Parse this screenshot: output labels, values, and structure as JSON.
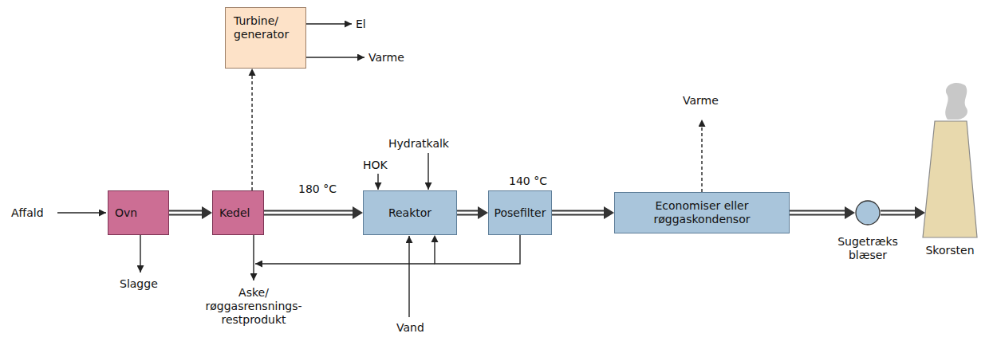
{
  "diagram": {
    "nodes": [
      {
        "text": [
          "Ovn"
        ]
      },
      {
        "text": [
          "Kedel"
        ]
      },
      {
        "text": [
          "Turbine/ generator"
        ]
      },
      {
        "text": [
          "Reaktor"
        ]
      },
      {
        "text": [
          "Posefilter"
        ]
      },
      {
        "text": [
          "Economiser eller røggaskondensor"
        ]
      },
      {
        "text": [
          "Sugetræks blæser"
        ]
      },
      {
        "text": [
          "Skorsten"
        ]
      }
    ],
    "edges": [
      {
        "from": 0,
        "to": 1,
        "arrow": "to"
      },
      {
        "from": 1,
        "to": 2,
        "arrow": "to"
      },
      {
        "from": 1,
        "to": 3,
        "label": "180 °C",
        "arrow": "to"
      },
      {
        "from": 3,
        "to": 4,
        "arrow": "to"
      },
      {
        "from": 4,
        "to": 5,
        "arrow": "to"
      },
      {
        "from": 5,
        "to": 6,
        "arrow": "to"
      },
      {
        "from": 6,
        "to": 7,
        "arrow": "to"
      },
      {
        "from": 4,
        "to": 3,
        "arrow": "to"
      }
    ],
    "labels": [
      "El",
      "Varme",
      "HOK",
      "Hydratkalk",
      "140 °C",
      "Varme",
      "Affald",
      "Slagge",
      "Aske/ røggasrensnings- restprodukt",
      "Vand"
    ]
  }
}
